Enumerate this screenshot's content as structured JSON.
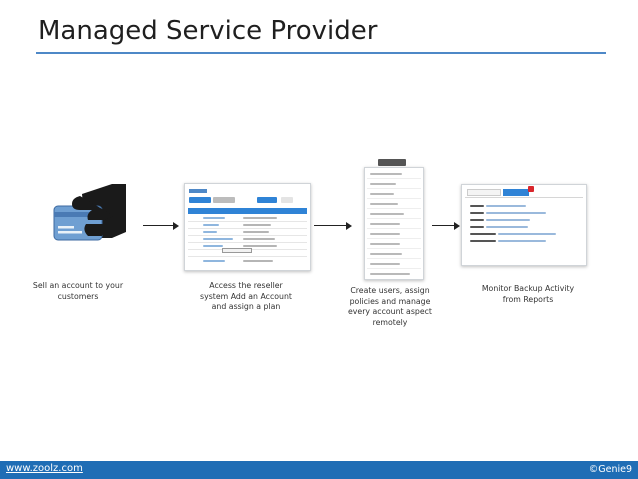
{
  "title": "Managed Service Provider",
  "steps": [
    {
      "caption": "Sell an account to your customers",
      "icon": "hand-card-icon"
    },
    {
      "caption": "Access the reseller system Add an Account and assign a plan",
      "icon": "accounts-screenshot"
    },
    {
      "caption": "Create users, assign policies and manage every account aspect remotely",
      "icon": "actions-menu-screenshot"
    },
    {
      "caption": "Monitor Backup Activity from Reports",
      "icon": "activity-report-screenshot"
    }
  ],
  "footer": {
    "link": "www.zoolz.com",
    "brand": "©Genie9"
  },
  "colors": {
    "accent": "#1f6db5",
    "rule": "#4e88c7",
    "header_blue": "#2f83d6"
  }
}
